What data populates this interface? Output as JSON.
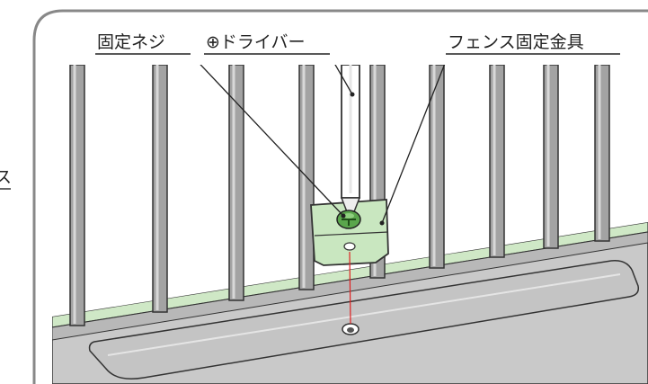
{
  "labels": {
    "screw": "固定ネジ",
    "driver": "⊕ドライバー",
    "bracket": "フェンス固定金具",
    "edge_fragment": "ス"
  },
  "colors": {
    "panel": "#c9c9c9",
    "panel_dark": "#a8a8a8",
    "fence_bar": "#9a9a9a",
    "green_strip": "#cfe8c6",
    "bracket": "#c9e7c0",
    "screw": "#5aa64c",
    "guide_line": "#e02020",
    "outline": "#333333",
    "frame": "#777777"
  },
  "icons": {
    "driver_symbol": "plus-circle-icon"
  }
}
